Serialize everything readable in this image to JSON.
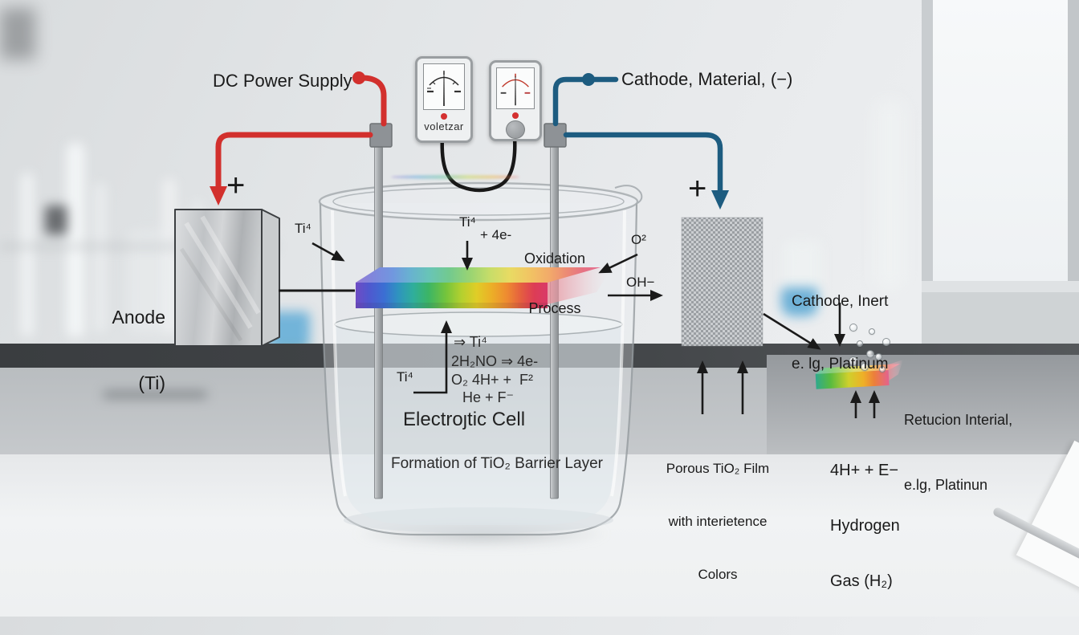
{
  "colors": {
    "ink": "#1a1a1a",
    "wire-red": "#d2302d",
    "wire-blue": "#1d5c80",
    "metal-gray": "#c0c3c6",
    "mesh-gray": "#989ca0",
    "rainbow-violet": "#6f4bc4",
    "rainbow-blue": "#3b6fd3",
    "rainbow-teal": "#2fae9b",
    "rainbow-green": "#74c43c",
    "rainbow-yellow": "#e0cd27",
    "rainbow-orange": "#ee8a31",
    "rainbow-red": "#dd3c55"
  },
  "labels": {
    "power": {
      "dc": "DC Power Supply",
      "anode_plus": "+",
      "cathode_plus": "+"
    },
    "top": {
      "cathode_material": "Cathode, Material, (−)"
    },
    "meter": {
      "name": "voletzar"
    },
    "anode": {
      "line1": "Anode",
      "line2": "(Ti)"
    },
    "oxidation": {
      "ti4_outer": "Ti⁴",
      "ti4": "Ti⁴",
      "plus4e": "+ 4e-",
      "line1": "Oxidation",
      "line2": "Process",
      "o2": "O²",
      "oh": "OH−"
    },
    "solution": {
      "eq1": "⇒ Ti⁴",
      "eq2": "2H₂NO ⇒ 4e-",
      "eq3": "O₂ 4H+ +  F²",
      "eq4": "He + F⁻",
      "ti4": "Ti⁴",
      "cell": "Electroȷtic Cell",
      "formation": "Formation of TiO₂ Barrier Layer"
    },
    "cathode": {
      "inert1": "Cathode, Inert",
      "inert2": "e. lg, Platinum",
      "porous1": "Porous TiO₂ Film",
      "porous2": "with interietence",
      "porous3": "Colors"
    },
    "reduction": {
      "line1": "Retucion Interial,",
      "line2": "e.lg, Platinun",
      "h2a": "4H+ + E−",
      "h2b": "Hydrogen",
      "h2c": "Gas (H₂)"
    }
  }
}
